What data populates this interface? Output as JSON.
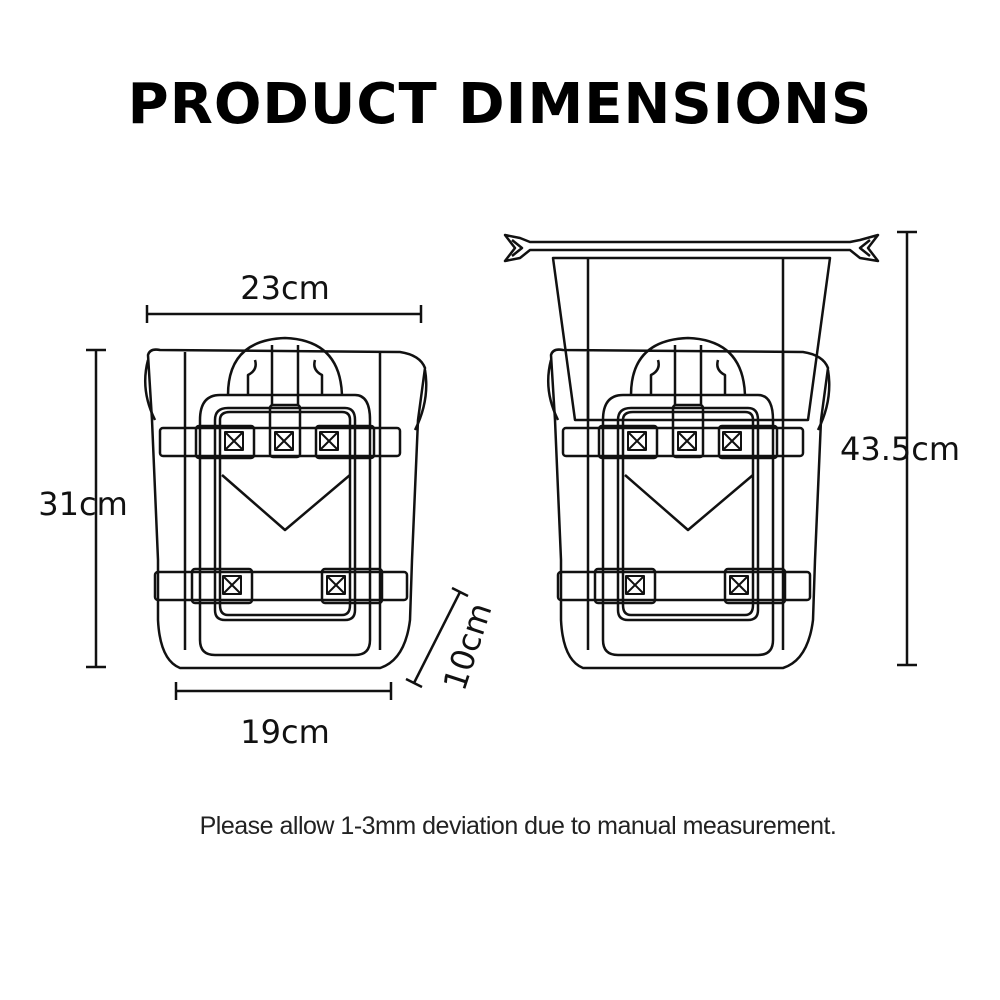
{
  "title": "PRODUCT DIMENSIONS",
  "dimensions": {
    "width_top": "23cm",
    "height_left": "31cm",
    "width_bottom": "19cm",
    "depth": "10cm",
    "height_extended": "43.5cm"
  },
  "note": "Please allow 1-3mm deviation due to manual measurement."
}
